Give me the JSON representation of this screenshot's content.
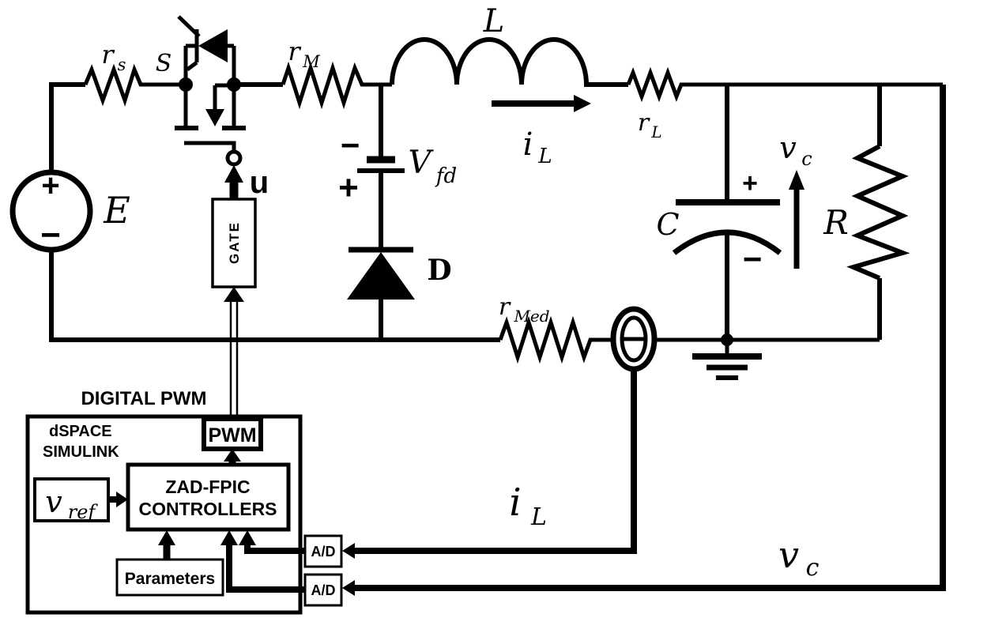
{
  "circuit": {
    "source": {
      "label": "E",
      "plus": "+",
      "minus": "−"
    },
    "source_resistor": {
      "base": "r",
      "sub": "s"
    },
    "switch_node": {
      "label": "S"
    },
    "gate_signal": {
      "label": "u"
    },
    "mosfet_resistor": {
      "base": "r",
      "sub": "M"
    },
    "inductor": {
      "label": "L"
    },
    "inductor_current": {
      "base": "i",
      "sub": "L"
    },
    "inductor_resistor": {
      "base": "r",
      "sub": "L"
    },
    "forward_source": {
      "minus": "−",
      "base": "V",
      "sub": "fd",
      "plus": "+"
    },
    "diode": {
      "label": "D"
    },
    "capacitor": {
      "label": "C",
      "plus": "+",
      "minus": "−"
    },
    "capacitor_voltage": {
      "base": "v",
      "sub": "c"
    },
    "load_resistor": {
      "label": "R"
    },
    "measurement_resistor": {
      "base": "r",
      "sub": "Med"
    }
  },
  "controller": {
    "title": "DIGITAL PWM",
    "platform": [
      "dSPACE",
      "SIMULINK"
    ],
    "pwm_block": "PWM",
    "gate_block": "GATE",
    "controller_block": [
      "ZAD-FPIC",
      "CONTROLLERS"
    ],
    "reference": {
      "base": "v",
      "sub": "ref"
    },
    "parameters_block": "Parameters",
    "adc_current": "A/D",
    "adc_voltage": "A/D"
  },
  "feedback": {
    "current": {
      "base": "i",
      "sub": "L"
    },
    "voltage": {
      "base": "v",
      "sub": "c"
    }
  },
  "colors": {
    "ink": "#000000",
    "paper": "#ffffff"
  }
}
